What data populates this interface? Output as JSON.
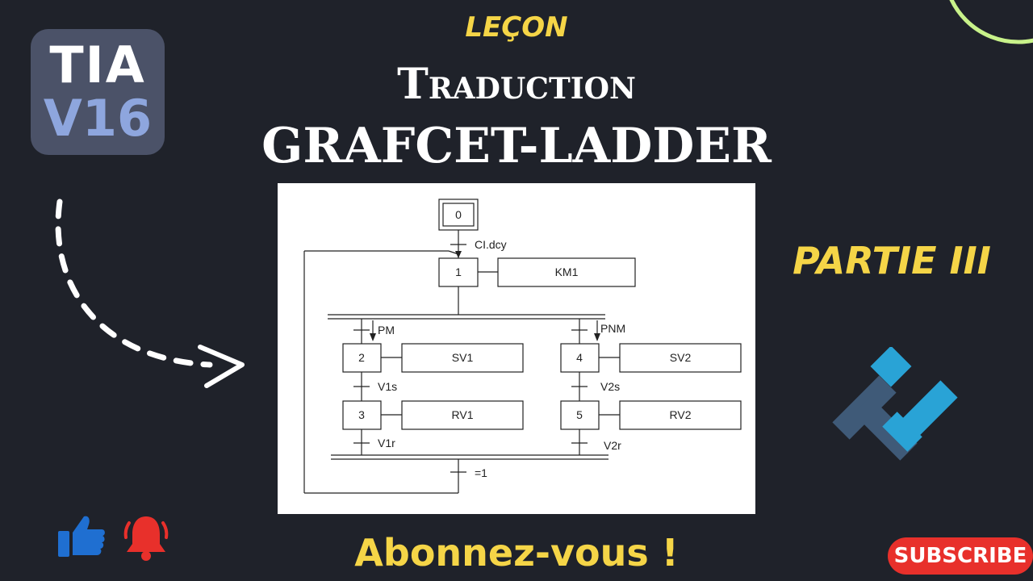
{
  "badge": {
    "line1": "TIA",
    "line2": "V16"
  },
  "header": {
    "lesson": "LEÇON",
    "title_line1": "Traduction",
    "title_line2": "GRAFCET-LADDER"
  },
  "part": "PARTIE III",
  "footer": {
    "cta": "Abonnez-vous !",
    "subscribe_button": "SUBSCRIBE"
  },
  "grafcet": {
    "initial_step": "0",
    "transition_start": "CI.dcy",
    "step1": {
      "number": "1",
      "action": "KM1"
    },
    "left_branch": {
      "transition_in": "PM",
      "step_a": {
        "number": "2",
        "action": "SV1"
      },
      "transition_mid": "V1s",
      "step_b": {
        "number": "3",
        "action": "RV1"
      },
      "transition_out": "V1r"
    },
    "right_branch": {
      "transition_in": "PNM",
      "step_a": {
        "number": "4",
        "action": "SV2"
      },
      "transition_mid": "V2s",
      "step_b": {
        "number": "5",
        "action": "RV2"
      },
      "transition_out": "V2r"
    },
    "transition_end": "=1"
  },
  "colors": {
    "background": "#1f222a",
    "accent_yellow": "#f5d547",
    "subscribe_red": "#e8302b",
    "like_blue": "#1f6fd1",
    "bell_red": "#e8302b",
    "logo_dark": "#3f5a78",
    "logo_light": "#29a3d6",
    "ring_green": "#c8f28a"
  }
}
